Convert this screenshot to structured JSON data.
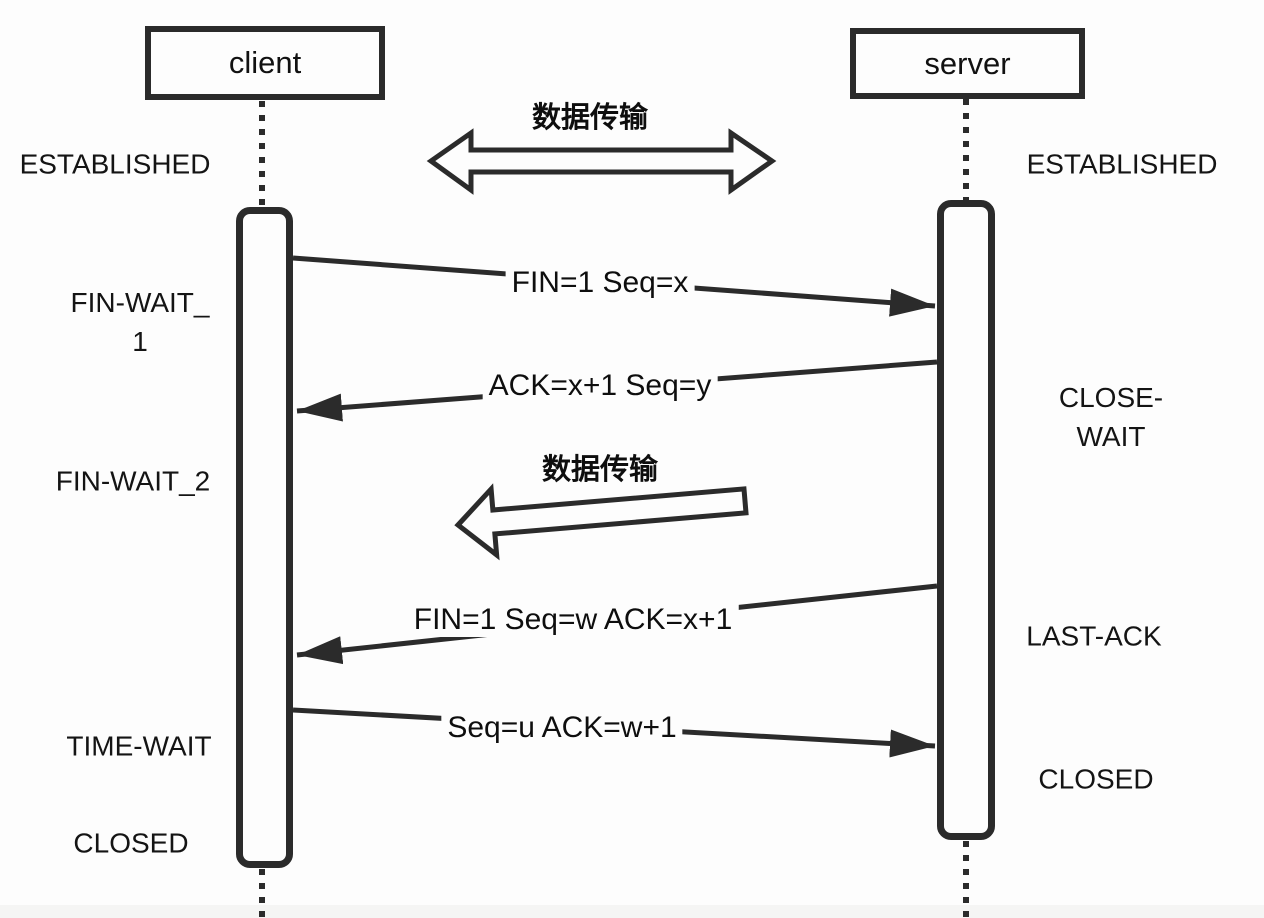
{
  "actors": {
    "client": "client",
    "server": "server"
  },
  "client_states": {
    "established": "ESTABLISHED",
    "fin_wait_1": "FIN-WAIT_\n1",
    "fin_wait_2": "FIN-WAIT_2",
    "time_wait": "TIME-WAIT",
    "closed": "CLOSED"
  },
  "server_states": {
    "established": "ESTABLISHED",
    "close_wait": "CLOSE-WAIT",
    "last_ack": "LAST-ACK",
    "closed": "CLOSED"
  },
  "messages": {
    "msg1": "FIN=1 Seq=x",
    "msg2": "ACK=x+1 Seq=y",
    "msg3": "FIN=1 Seq=w ACK=x+1",
    "msg4": "Seq=u ACK=w+1"
  },
  "data_transfer": {
    "top_label": "数据传输",
    "mid_label": "数据传输"
  },
  "colors": {
    "stroke": "#2b2b2b",
    "text": "#141414",
    "background": "#fdfdfd"
  }
}
